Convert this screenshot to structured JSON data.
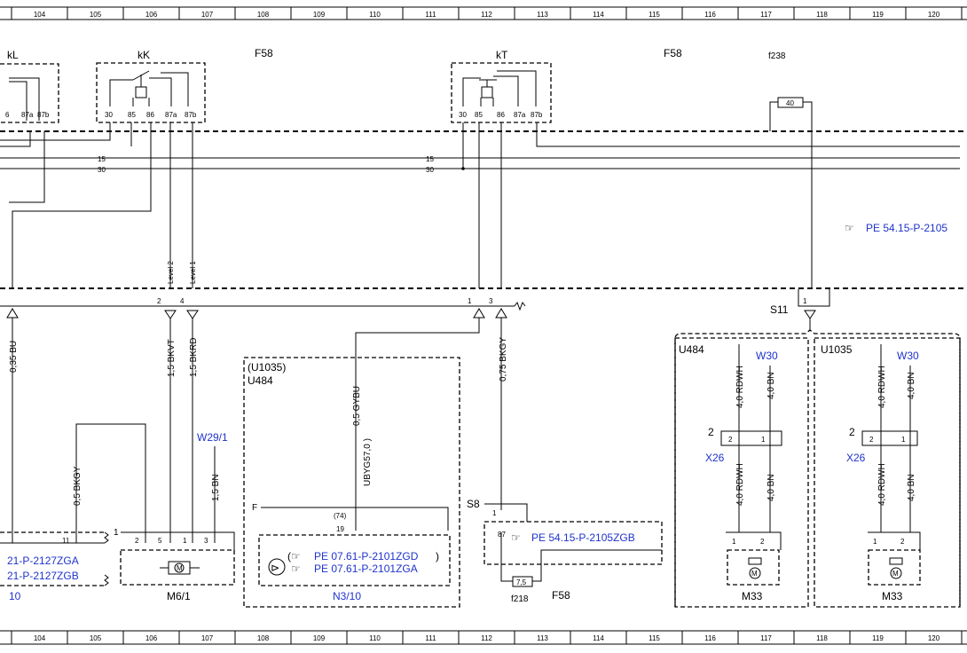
{
  "ruler": {
    "columns": [
      "104",
      "105",
      "106",
      "107",
      "108",
      "109",
      "110",
      "111",
      "112",
      "113",
      "114",
      "115",
      "116",
      "117",
      "118",
      "119",
      "120"
    ]
  },
  "relays": {
    "kL": {
      "label": "kL",
      "pins": [
        "6",
        "87a",
        "87b"
      ]
    },
    "kK": {
      "label": "kK",
      "pins": [
        "30",
        "85",
        "86",
        "87a",
        "87b"
      ]
    },
    "kT": {
      "label": "kT",
      "pins": [
        "30",
        "85",
        "86",
        "87a",
        "87b"
      ]
    }
  },
  "labels": {
    "f58_a": "F58",
    "f58_b": "F58",
    "f58_c": "F58",
    "f238": "f238",
    "fuse_40": "40",
    "fuse_75": "7,5",
    "f218": "f218",
    "rail_15_a": "15",
    "rail_30_a": "30",
    "rail_15_b": "15",
    "rail_30_b": "30",
    "level2": "Level 2",
    "level1": "Level 1",
    "s11": "S11",
    "s8": "S8",
    "bus_pin_2": "2",
    "bus_pin_4": "4",
    "bus_pin_1": "1",
    "bus_pin_3": "3",
    "s11_pin": "1",
    "s8_pin1": "1",
    "s8_pin87": "87",
    "wire_035bu": "0,35 BU",
    "wire_15bkvt": "1,5 BKVT",
    "wire_15bkrd": "1,5 BKRD",
    "wire_05bkgy": "0,5 BKGY",
    "wire_15bn": "1,5 BN",
    "wire_05gybu": "0,5 GYBU",
    "wire_ubyg": "UBYG57,0 )",
    "wire_075bkgy": "0,75 BKGY",
    "w29_1": "W29/1",
    "u1035_paren": "(U1035)",
    "u484_a": "U484",
    "u484_b": "U484",
    "u1035_b": "U1035",
    "w30_a": "W30",
    "w30_b": "W30",
    "x26_a": "X26",
    "x26_b": "X26",
    "x26_pin2_a": "2",
    "x26_pin2_b": "2",
    "x26_c2_a": "2",
    "x26_c1_a": "1",
    "x26_c2_b": "2",
    "x26_c1_b": "1",
    "m33_a": "M33",
    "m33_b": "M33",
    "m33_p1_a": "1",
    "m33_p2_a": "2",
    "m33_p1_b": "1",
    "m33_p2_b": "2",
    "wire_40rdwh_1": "4,0 RDWH",
    "wire_40bn_1": "4,0 BN",
    "wire_40rdwh_2": "4,0 RDWH",
    "wire_40bn_2": "4,0 BN",
    "wire_40rdwh_3": "4,0 RDWH",
    "wire_40bn_3": "4,0 BN",
    "wire_40rdwh_4": "4,0 RDWH",
    "wire_40bn_4": "4,0 BN",
    "m6_1": "M6/1",
    "m6_pin1_top": "1",
    "m6_pin2": "2",
    "m6_pin5": "5",
    "m6_pin1": "1",
    "m6_pin3": "3",
    "left_pin11": "11",
    "n3_10": "N3/10",
    "n3_F": "F",
    "n3_74": "(74)",
    "n3_19": "19",
    "ten": "10"
  },
  "refs": {
    "pe_54_top": "PE 54.15-P-2105",
    "pe_54_s8": "PE 54.15-P-2105ZGB",
    "pe_07_zgd": "PE 07.61-P-2101ZGD",
    "pe_07_zga": "PE 07.61-P-2101ZGA",
    "left_zga": "21-P-2127ZGA",
    "left_zgb": "21-P-2127ZGB"
  },
  "colors": {
    "link": "#1f33cc",
    "line": "#000000"
  }
}
